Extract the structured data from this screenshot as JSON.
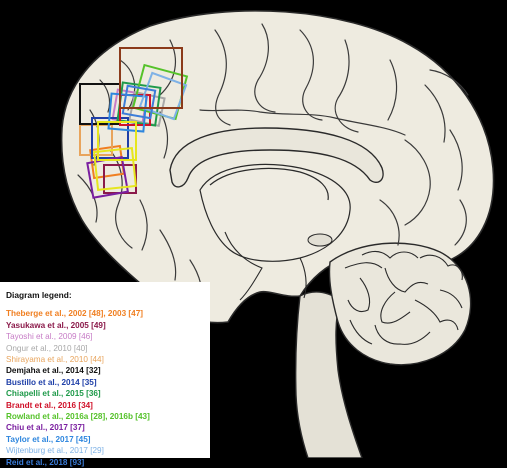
{
  "legend": {
    "title": "Diagram legend:",
    "entries": [
      {
        "text": "Theberge et al., 2002 [48], 2003 [47]",
        "color": "#F07F21",
        "bold": true
      },
      {
        "text": "Yasukawa et al., 2005 [49]",
        "color": "#8B1A4A",
        "bold": true
      },
      {
        "text": "Tayoshi et al., 2009 [46]",
        "color": "#C77CC6",
        "bold": false
      },
      {
        "text": "Ongur et al., 2010 [40]",
        "color": "#A8A8A8",
        "bold": false
      },
      {
        "text": "Shirayama et al., 2010 [44]",
        "color": "#E8A45C",
        "bold": false
      },
      {
        "text": "Demjaha et al., 2014 [32]",
        "color": "#111111",
        "bold": true
      },
      {
        "text": "Bustillo et al., 2014 [35]",
        "color": "#1F3FA8",
        "bold": true
      },
      {
        "text": "Chiapelli et al., 2015 [36]",
        "color": "#1F9A4A",
        "bold": true
      },
      {
        "text": "Brandt et al., 2016 [34]",
        "color": "#D0122A",
        "bold": true
      },
      {
        "text": "Rowland et al., 2016a [28], 2016b [43]",
        "color": "#55C22A",
        "bold": true
      },
      {
        "text": "Chiu et al., 2017 [37]",
        "color": "#7A1FA0",
        "bold": true
      },
      {
        "text": "Taylor et al., 2017 [45]",
        "color": "#2E86DE",
        "bold": true
      },
      {
        "text": "Wijtenburg et al., 2017 [29]",
        "color": "#7FB2E6",
        "bold": false
      },
      {
        "text": "Reid et al., 2018 [93]",
        "color": "#3C7DD9",
        "bold": true
      }
    ]
  },
  "colors": {
    "background": "#000000",
    "brain_fill": "#EEEBE0",
    "brain_outline": "#2A2A2A",
    "voxel_brown": "#8B3A1A",
    "voxel_yellow": "#E6E61E"
  }
}
